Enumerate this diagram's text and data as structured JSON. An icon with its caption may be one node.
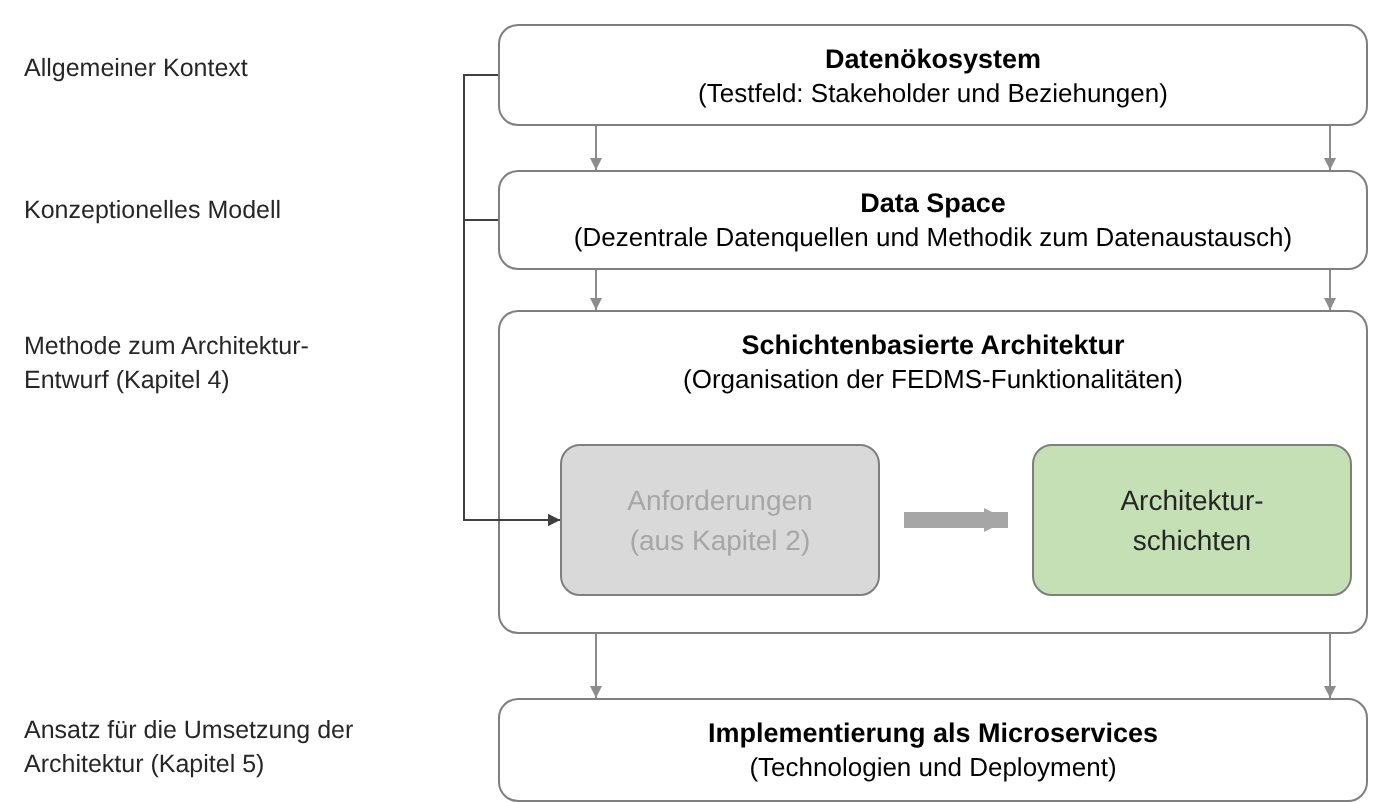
{
  "diagram": {
    "nodes": [
      {
        "text": [
          "Datenökosystem",
          "(Testfeld: Stakeholder und Beziehungen)"
        ]
      },
      {
        "text": [
          "Data Space",
          "(Dezentrale Datenquellen und Methodik zum Datenaustausch)"
        ]
      },
      {
        "text": [
          "Schichtenbasierte Architektur",
          "(Organisation der FEDMS-Funktionalitäten)"
        ]
      },
      {
        "text": [
          "Anforderungen (aus Kapitel 2)"
        ],
        "in": 2
      },
      {
        "text": [
          "Architektur-schichten"
        ],
        "in": 2
      },
      {
        "text": [
          "Implementierung als Microservices",
          "(Technologien und Deployment)"
        ]
      }
    ],
    "edges": [
      {
        "from": 0,
        "to": 1,
        "arrow": "to"
      },
      {
        "from": 0,
        "to": 1,
        "arrow": "to"
      },
      {
        "from": 1,
        "to": 2,
        "arrow": "to"
      },
      {
        "from": 1,
        "to": 2,
        "arrow": "to"
      },
      {
        "from": 2,
        "to": 5,
        "arrow": "to"
      },
      {
        "from": 2,
        "to": 5,
        "arrow": "to"
      },
      {
        "from": 0,
        "to": 3,
        "arrow": "to",
        "color": "#404040"
      },
      {
        "from": 1,
        "to": 3,
        "arrow": "to",
        "color": "#404040"
      },
      {
        "from": 3,
        "to": 4,
        "arrow": "to",
        "style": "thick",
        "color": "#a6a6a6"
      }
    ],
    "labels": [
      "Allgemeiner Kontext",
      "Konzeptionelles Modell",
      "Methode zum Architektur-Entwurf (Kapitel 4)",
      "Ansatz für die Umsetzung der Architektur (Kapitel 5)"
    ]
  }
}
